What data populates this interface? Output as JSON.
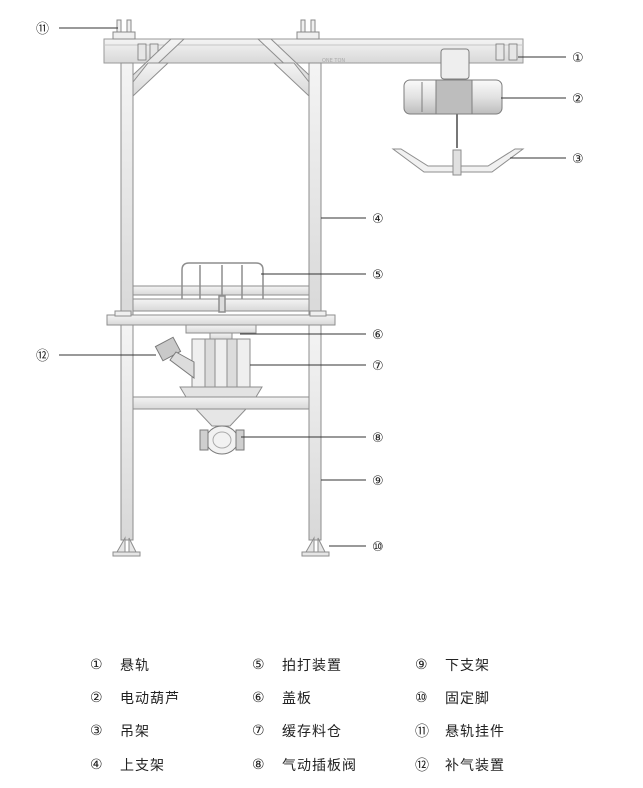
{
  "callouts": [
    {
      "num": "⑪"
    },
    {
      "num": "①"
    },
    {
      "num": "②"
    },
    {
      "num": "③"
    },
    {
      "num": "④"
    },
    {
      "num": "⑤"
    },
    {
      "num": "⑥"
    },
    {
      "num": "⑦"
    },
    {
      "num": "⑫"
    },
    {
      "num": "⑧"
    },
    {
      "num": "⑨"
    },
    {
      "num": "⑩"
    }
  ],
  "beam_text": "ONE TON",
  "legend": [
    {
      "num": "①",
      "label": "悬轨"
    },
    {
      "num": "②",
      "label": "电动葫芦"
    },
    {
      "num": "③",
      "label": "吊架"
    },
    {
      "num": "④",
      "label": "上支架"
    },
    {
      "num": "⑤",
      "label": "拍打装置"
    },
    {
      "num": "⑥",
      "label": "盖板"
    },
    {
      "num": "⑦",
      "label": "缓存料仓"
    },
    {
      "num": "⑧",
      "label": "气动插板阀"
    },
    {
      "num": "⑨",
      "label": "下支架"
    },
    {
      "num": "⑩",
      "label": "固定脚"
    },
    {
      "num": "⑪",
      "label": "悬轨挂件"
    },
    {
      "num": "⑫",
      "label": "补气装置"
    }
  ]
}
